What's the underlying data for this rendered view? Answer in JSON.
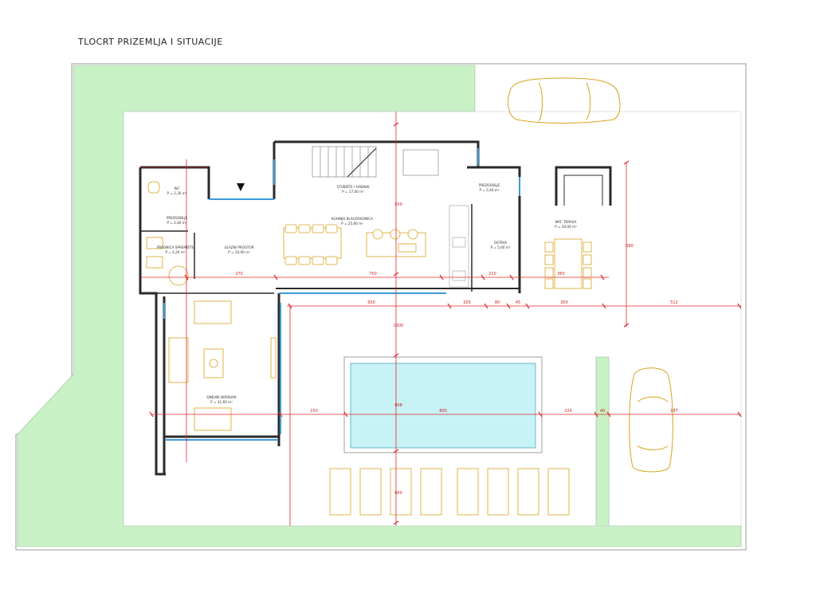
{
  "title": "TLOCRT PRIZEMLJA I SITUACIJE",
  "colors": {
    "lawn": "#c8f2c5",
    "pool": "#c8f3f6",
    "wall": "#2a2a2a",
    "glazing": "#3a9ad9",
    "dimension": "#e0262a",
    "vehicle": "#d9a21c",
    "furniture": "#d9a21c"
  },
  "rooms": {
    "wc": {
      "name": "WC",
      "area": "P = 2,30 m²"
    },
    "hall_small": {
      "name": "PREDSOBLJE",
      "area": "P = 2,40 m²"
    },
    "laundry": {
      "name": "PRAONICA SPREMIŠTE",
      "area": "P = 4,20 m²"
    },
    "entrance": {
      "name": "ULAZNI PROSTOR",
      "area": "P = 10,00 m²"
    },
    "stairs": {
      "name": "STUBIŠTE I HODNIK",
      "area": "P = 17,00 m²"
    },
    "kitchen": {
      "name": "KUHINJA BLAGOVAONICA",
      "area": "P = 25,60 m²"
    },
    "hall_right": {
      "name": "PREDSOBLJE",
      "area": "P = 2,40 m²"
    },
    "pantry": {
      "name": "OSTAVA",
      "area": "P = 5,60 m²"
    },
    "terrace": {
      "name": "NAT. TERASA",
      "area": "P = 30,00 m²"
    },
    "living": {
      "name": "DNEVNI BORAVAK",
      "area": "P = 31,60 m²"
    }
  },
  "dimensions": {
    "top_row": [
      "270",
      "750",
      "210",
      "365"
    ],
    "mid_row": [
      "930",
      "205",
      "80",
      "45",
      "300",
      "512"
    ],
    "low_row": [
      "150",
      "800",
      "224",
      "40",
      "197"
    ],
    "vert_center": [
      "1300",
      "808",
      "660",
      "500"
    ],
    "vert_right": "680"
  }
}
